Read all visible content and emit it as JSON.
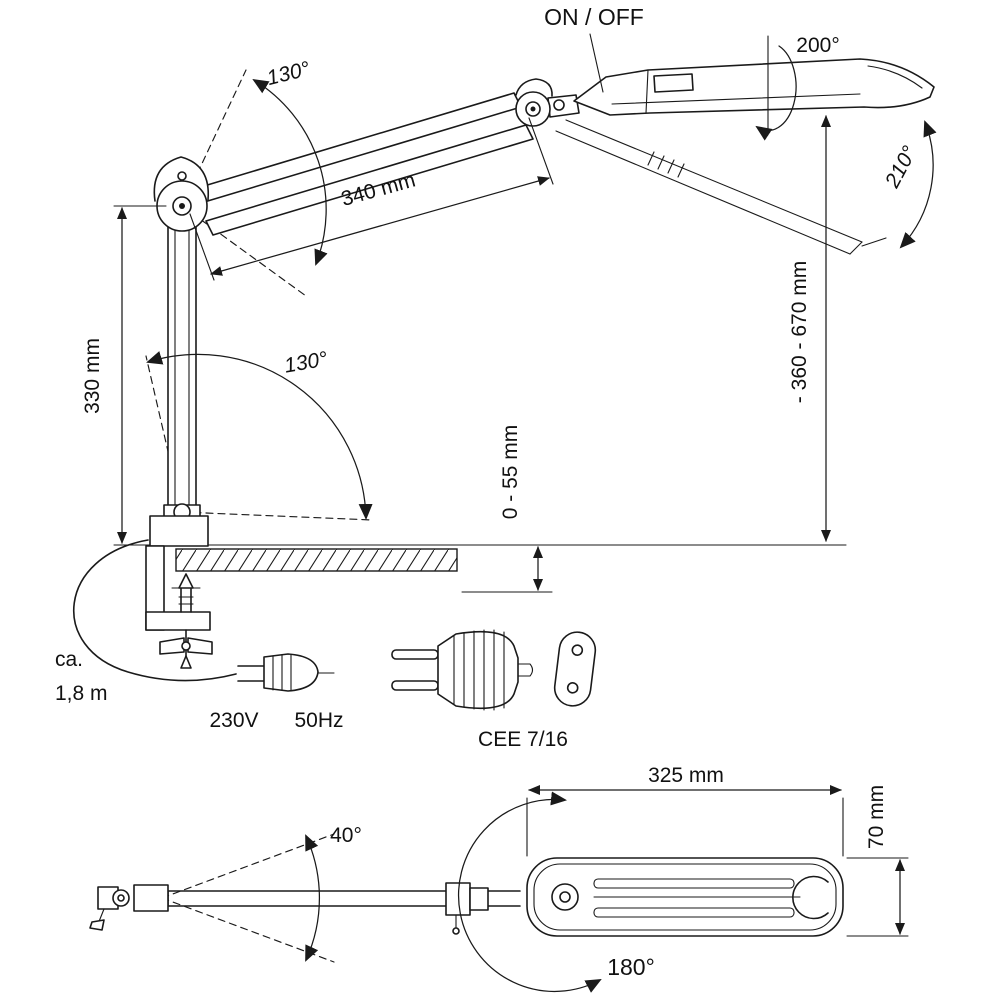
{
  "main_view": {
    "on_off_label": "ON / OFF",
    "head_rotation_angle": "200°",
    "head_tilt_angle": "210°",
    "upper_arm_swing_angle": "130°",
    "upper_arm_length": "340 mm",
    "column_height": "330 mm",
    "lower_arm_swing_angle": "130°",
    "clamp_opening_range": "0 - 55 mm",
    "working_height_range": "- 360 - 670 mm",
    "cable_length_prefix": "ca.",
    "cable_length_value": "1,8 m",
    "voltage": "230V",
    "frequency": "50Hz",
    "plug_standard": "CEE 7/16"
  },
  "top_view": {
    "head_length": "325 mm",
    "head_width": "70 mm",
    "arm_swivel_angle": "40°",
    "head_swivel_angle": "180°"
  },
  "colors": {
    "line": "#1a1a1a",
    "background": "#ffffff"
  }
}
